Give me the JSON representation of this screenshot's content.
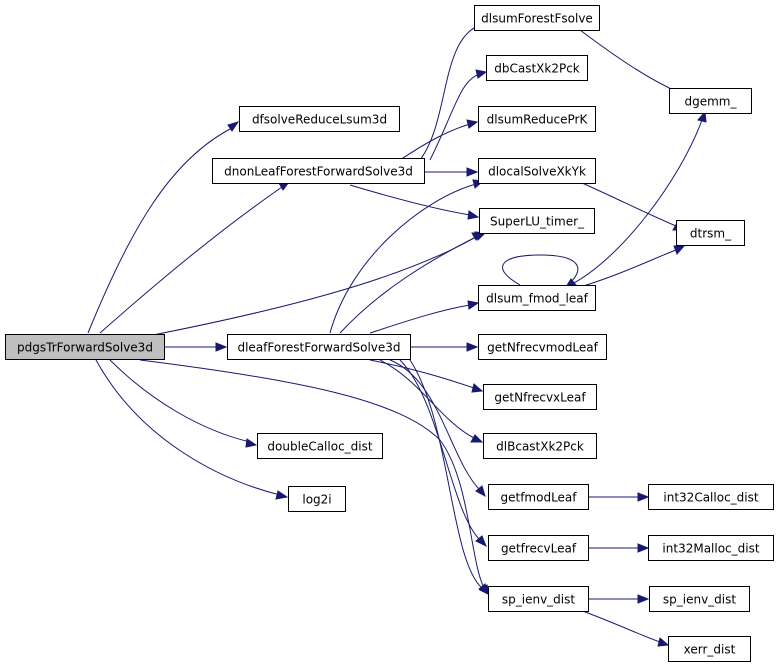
{
  "graph": {
    "nodes": [
      {
        "id": "root",
        "label": "pdgsTrForwardSolve3d",
        "root": true
      },
      {
        "id": "dfsolve",
        "label": "dfsolveReduceLsum3d"
      },
      {
        "id": "dnonleaf",
        "label": "dnonLeafForestForwardSolve3d"
      },
      {
        "id": "dleaf",
        "label": "dleafForestForwardSolve3d"
      },
      {
        "id": "doublecalloc",
        "label": "doubleCalloc_dist"
      },
      {
        "id": "log2i",
        "label": "log2i"
      },
      {
        "id": "dlsumforest",
        "label": "dlsumForestFsolve"
      },
      {
        "id": "dbcast",
        "label": "dbCastXk2Pck"
      },
      {
        "id": "dlsumreduce",
        "label": "dlsumReducePrK"
      },
      {
        "id": "dlocal",
        "label": "dlocalSolveXkYk"
      },
      {
        "id": "superlu",
        "label": "SuperLU_timer_"
      },
      {
        "id": "dlsumfmod",
        "label": "dlsum_fmod_leaf"
      },
      {
        "id": "getnfrecvmod",
        "label": "getNfrecvmodLeaf"
      },
      {
        "id": "getnfrecvx",
        "label": "getNfrecvxLeaf"
      },
      {
        "id": "dibcast",
        "label": "dlBcastXk2Pck"
      },
      {
        "id": "getfmod",
        "label": "getfmodLeaf"
      },
      {
        "id": "getfrecv",
        "label": "getfrecvLeaf"
      },
      {
        "id": "spienv1",
        "label": "sp_ienv_dist"
      },
      {
        "id": "dgemm",
        "label": "dgemm_"
      },
      {
        "id": "dtrsm",
        "label": "dtrsm_"
      },
      {
        "id": "int32calloc",
        "label": "int32Calloc_dist"
      },
      {
        "id": "int32malloc",
        "label": "int32Malloc_dist"
      },
      {
        "id": "spienv2",
        "label": "sp_ienv_dist"
      },
      {
        "id": "xerr",
        "label": "xerr_dist"
      }
    ]
  }
}
